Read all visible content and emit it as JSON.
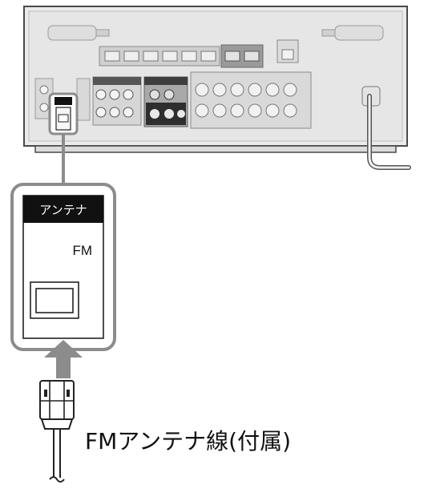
{
  "panel": {
    "header_label": "アンテナ",
    "terminal_label": "FM"
  },
  "cable": {
    "label": "FMアンテナ線(付属)"
  },
  "colors": {
    "receiver_body": "#e9e9e9",
    "receiver_outline": "#555555",
    "highlight_gray": "#8c8c8c",
    "header_bg": "#111111",
    "arrow": "#8c8c8c"
  }
}
